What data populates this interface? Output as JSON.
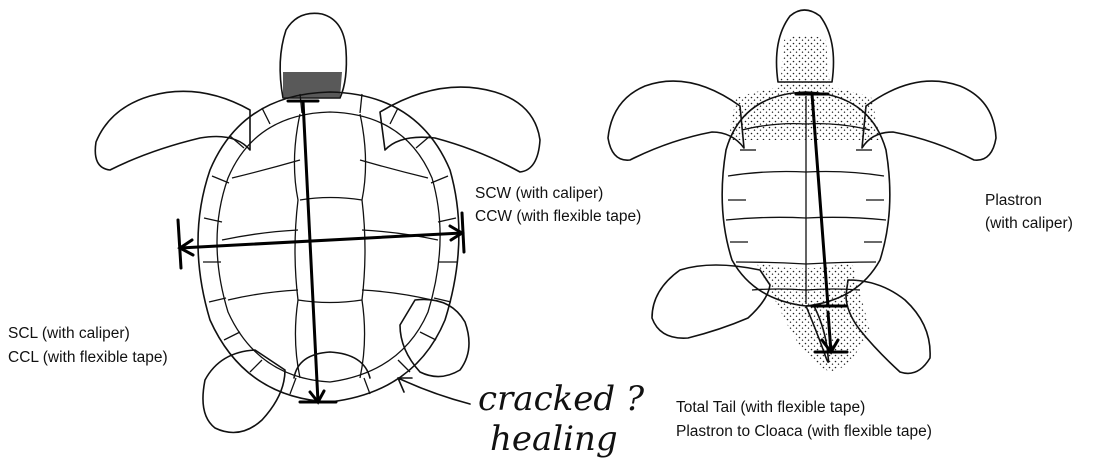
{
  "labels": {
    "scw": "SCW (with caliper)",
    "ccw": "CCW (with flexible tape)",
    "scl": "SCL (with caliper)",
    "ccl": "CCL (with flexible tape)",
    "plastron": "Plastron",
    "plastron_method": "(with caliper)",
    "total_tail": "Total Tail (with flexible tape)",
    "plastron_to_cloaca": "Plastron to Cloaca (with flexible tape)"
  },
  "annotation": {
    "line1": "cracked ?",
    "line2": "healing"
  },
  "colors": {
    "ink": "#111111",
    "background": "#ffffff"
  }
}
